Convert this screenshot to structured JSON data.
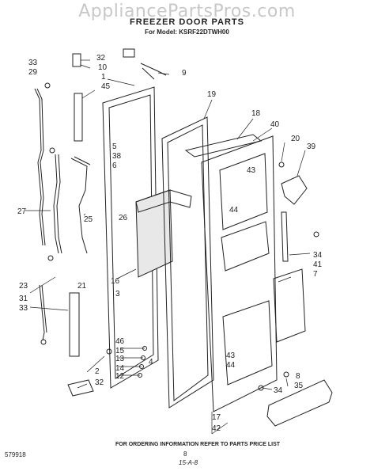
{
  "header": {
    "watermark": "AppliancePartsPros.com",
    "title": "FREEZER DOOR PARTS",
    "model_line": "For Model: KSRF22DTWH00"
  },
  "footer": {
    "note": "FOR ORDERING INFORMATION REFER TO PARTS PRICE LIST",
    "page_mark": "8",
    "date": "15-A-8",
    "doc_number": "579918"
  },
  "callouts": [
    "33",
    "29",
    "32",
    "10",
    "9",
    "1",
    "45",
    "19",
    "18",
    "40",
    "20",
    "39",
    "43",
    "44",
    "5",
    "38",
    "6",
    "27",
    "25",
    "26",
    "34",
    "41",
    "7",
    "16",
    "3",
    "23",
    "21",
    "31",
    "33",
    "46",
    "15",
    "13",
    "14",
    "12",
    "4",
    "2",
    "32",
    "43",
    "44",
    "8",
    "34",
    "35",
    "17",
    "42"
  ]
}
